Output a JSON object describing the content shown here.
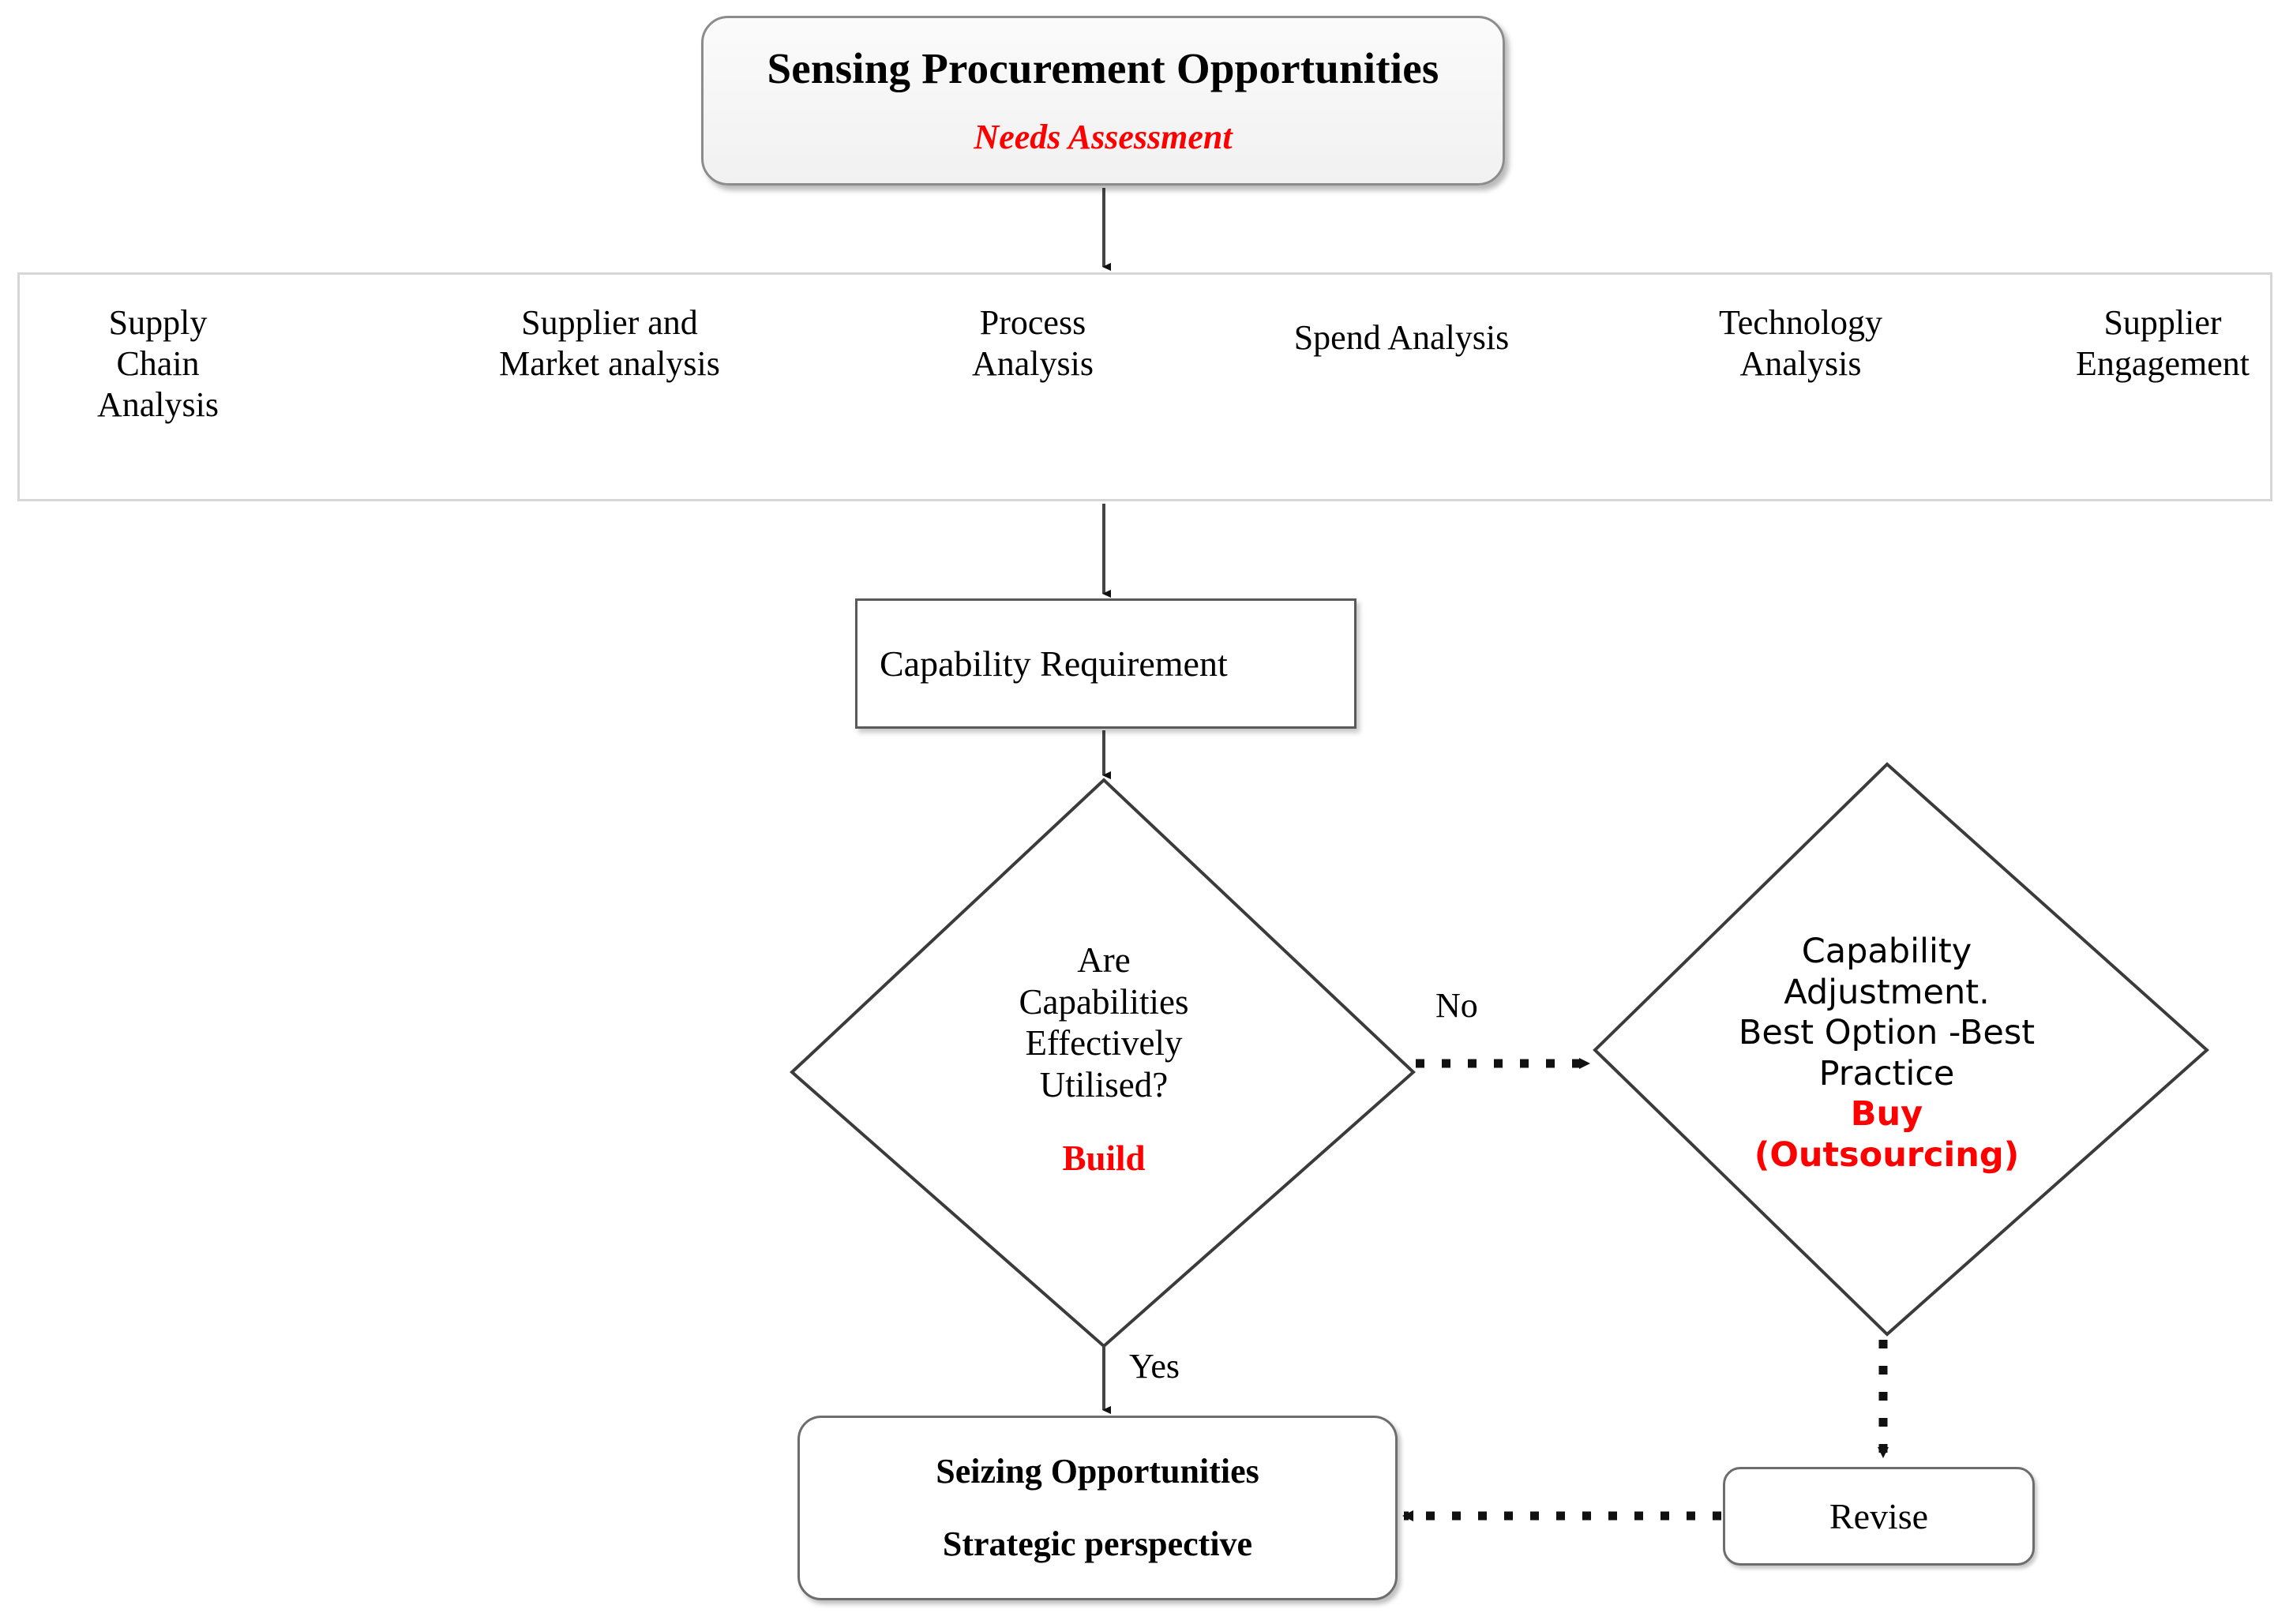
{
  "diagram": {
    "title_node": {
      "heading": "Sensing Procurement Opportunities",
      "subheading": "Needs Assessment",
      "heading_color": "#000000",
      "subheading_color": "#fe0000"
    },
    "analysis_band": {
      "items": [
        {
          "label": "Supply\nChain\nAnalysis"
        },
        {
          "label": "Supplier and\nMarket analysis"
        },
        {
          "label": "Process\nAnalysis"
        },
        {
          "label": "Spend Analysis"
        },
        {
          "label": "Technology\nAnalysis"
        },
        {
          "label": "Supplier\nEngagement"
        }
      ],
      "connector_type": "double-headed-arrow",
      "connector_count": 5
    },
    "capability_requirement": {
      "label": "Capability Requirement"
    },
    "decision_left": {
      "question": "Are\nCapabilities\nEffectively\nUtilised?",
      "outcome": "Build",
      "outcome_color": "#fe0000"
    },
    "decision_right": {
      "body": "Capability\nAdjustment.\nBest Option -Best\nPractice",
      "outcome": "Buy\n(Outsourcing)",
      "outcome_color": "#fe0000"
    },
    "edge_labels": {
      "no": "No",
      "yes": "Yes"
    },
    "seizing_node": {
      "line1": "Seizing Opportunities",
      "line2": "Strategic perspective"
    },
    "revise_node": {
      "label": "Revise"
    },
    "colors": {
      "accent_red": "#fe0000",
      "stroke_dark": "#333333",
      "stroke_box": "#6d6d6d",
      "band_border": "#d6d6d6"
    }
  }
}
